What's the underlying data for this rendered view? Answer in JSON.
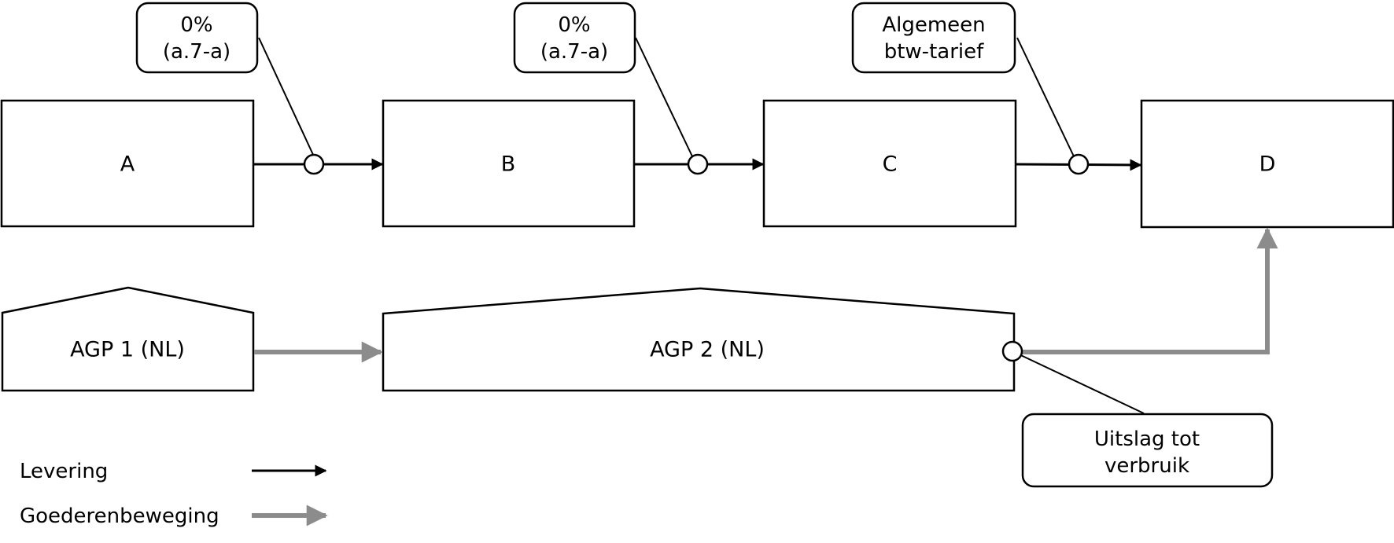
{
  "colors": {
    "supply": "#000000",
    "goods": "#8c8c8c",
    "box_border": "#000000",
    "background": "#ffffff"
  },
  "entities": {
    "a": "A",
    "b": "B",
    "c": "C",
    "d": "D"
  },
  "warehouses": {
    "agp1": "AGP 1 (NL)",
    "agp2": "AGP 2 (NL)"
  },
  "callouts": {
    "ab": [
      "0%",
      "(a.7-a)"
    ],
    "bc": [
      "0%",
      "(a.7-a)"
    ],
    "cd": [
      "Algemeen",
      "btw-tarief"
    ],
    "release": [
      "Uitslag tot",
      "verbruik"
    ]
  },
  "legend": {
    "supply": "Levering",
    "goods": "Goederenbeweging"
  }
}
